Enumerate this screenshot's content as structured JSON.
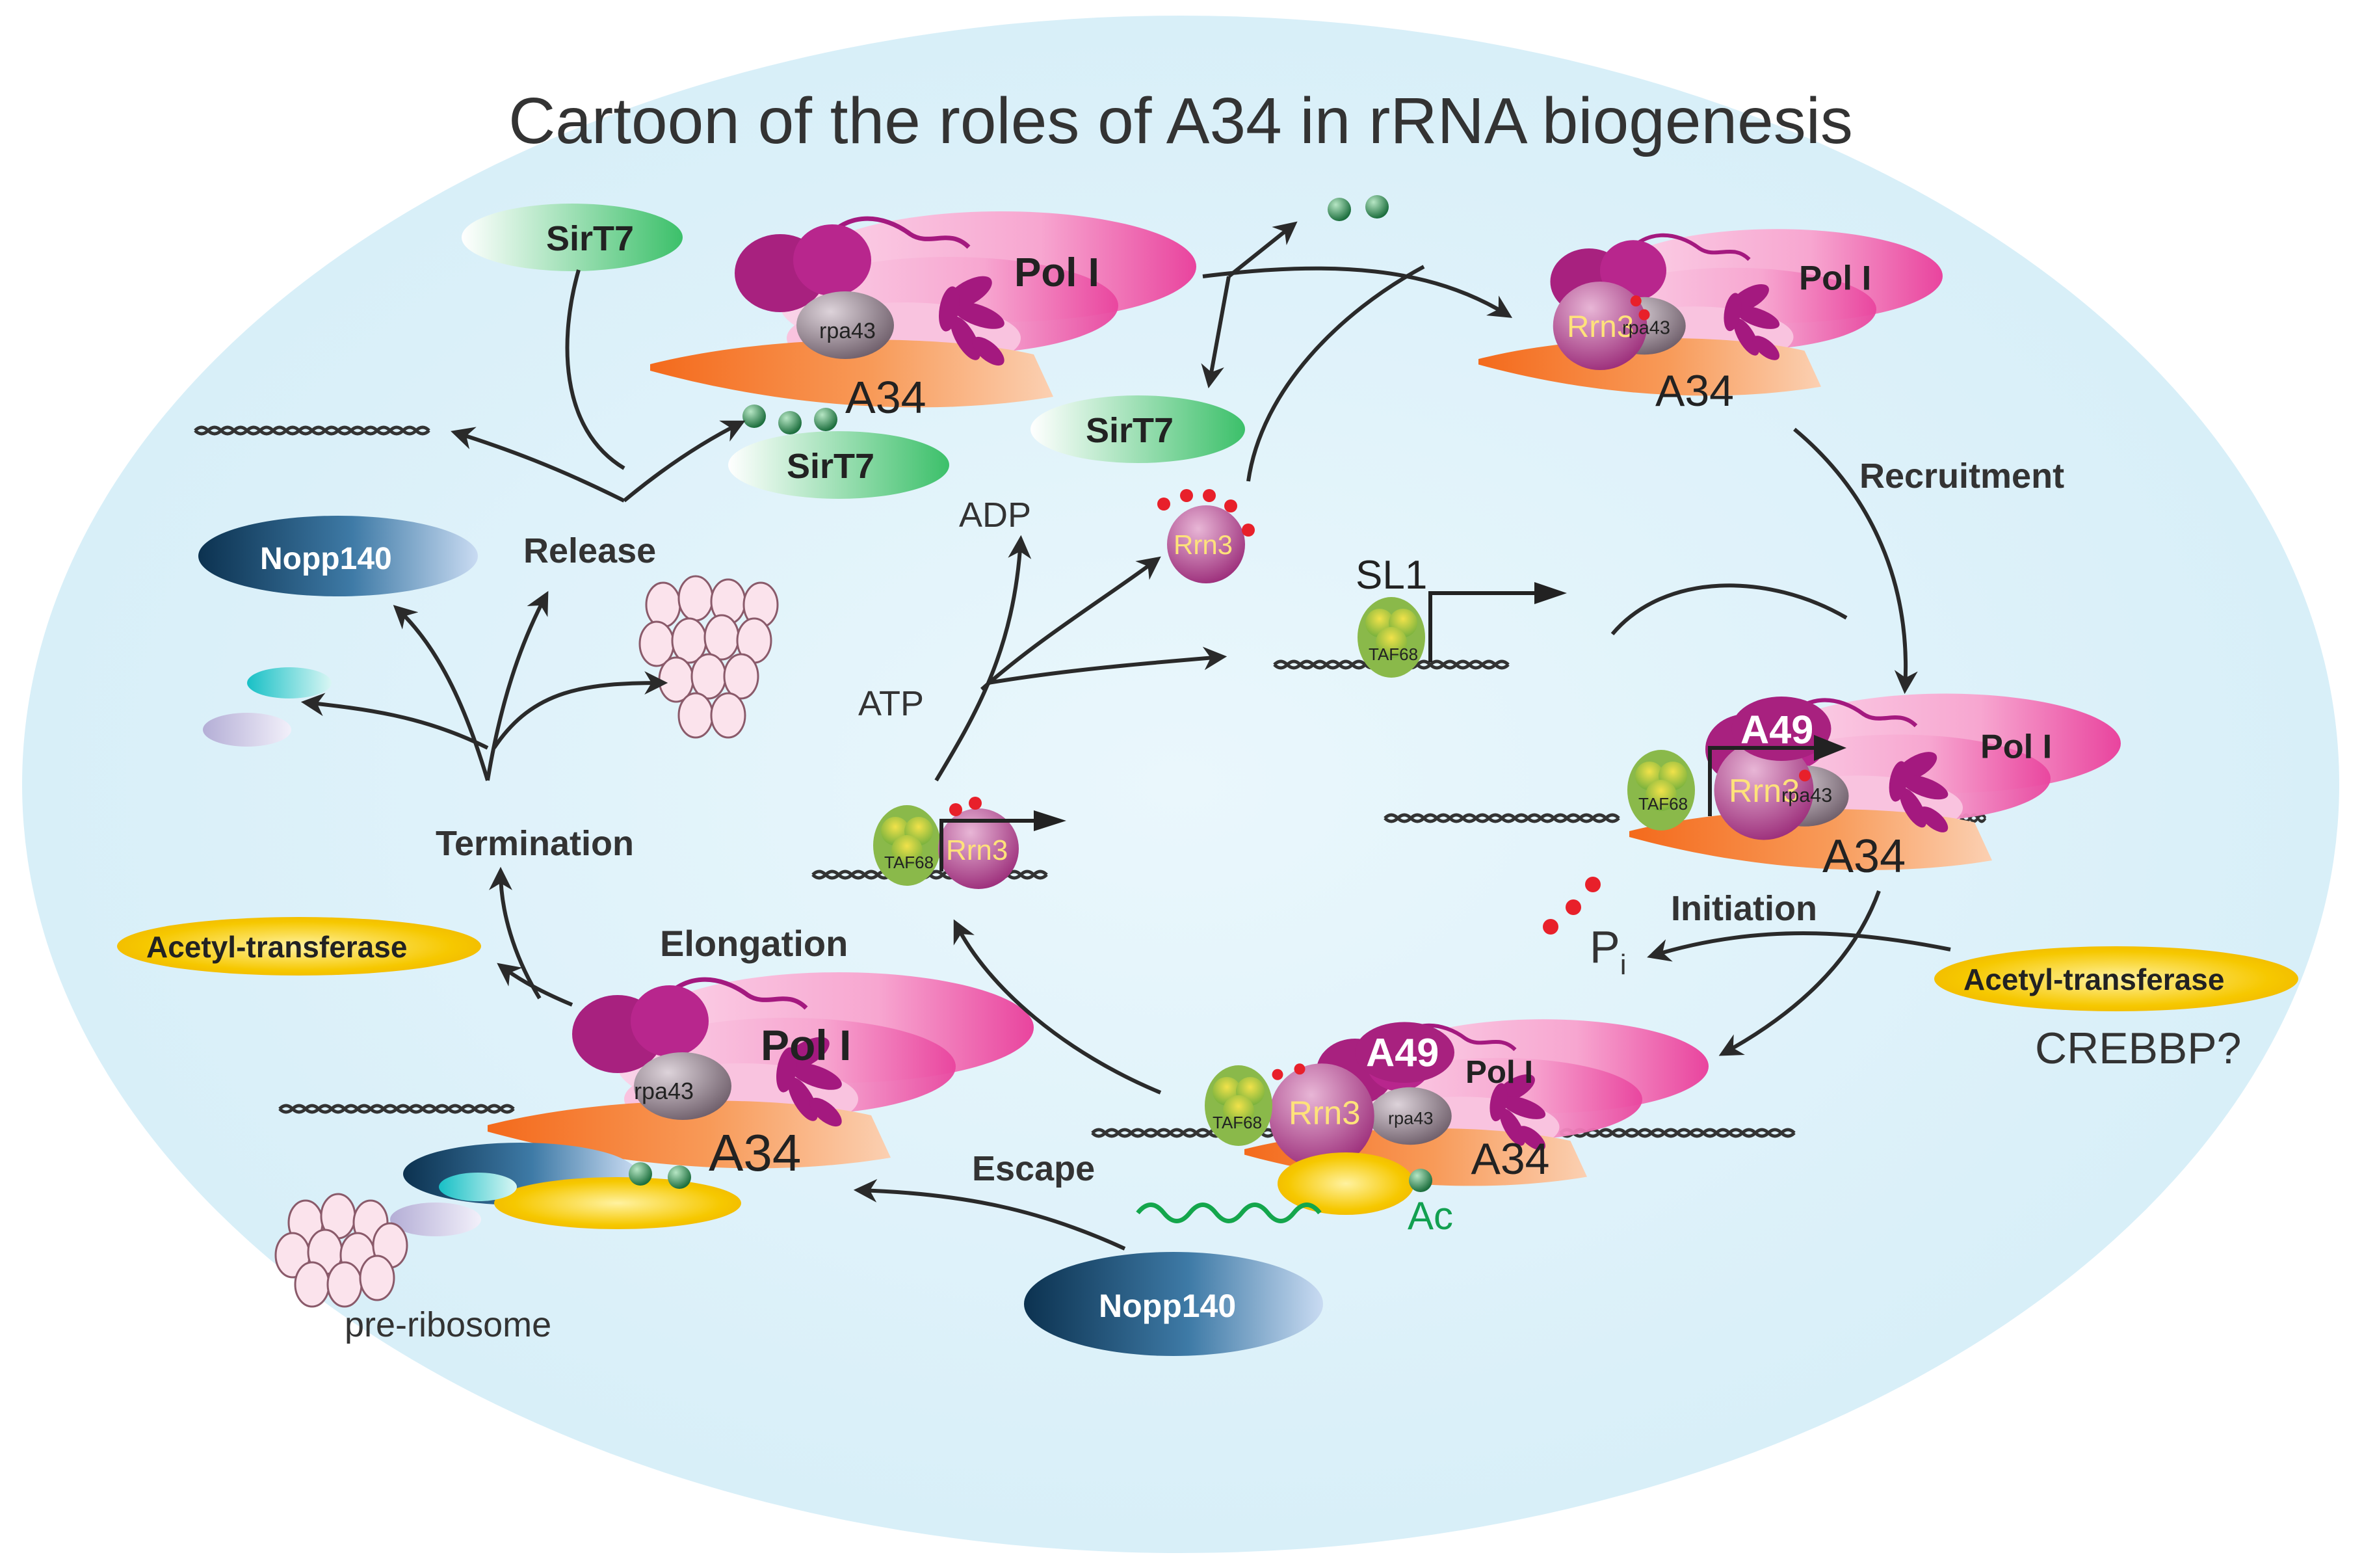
{
  "title": "Cartoon of the roles of A34 in rRNA biogenesis",
  "labels": {
    "pol": "Pol I",
    "a34": "A34",
    "rpa43": "rpa43",
    "rrn3": "Rrn3",
    "a49": "A49",
    "taf68": "TAF68",
    "sirt7": "SirT7",
    "nopp140": "Nopp140",
    "acetyl_transferase": "Acetyl-transferase",
    "crebbp": "CREBBP?",
    "sl1": "SL1",
    "adp": "ADP",
    "atp": "ATP",
    "pi_main": "P",
    "pi_sub": "i",
    "ac": "Ac",
    "pre_ribosome": "pre-ribosome"
  },
  "steps": {
    "release": "Release",
    "recruitment": "Recruitment",
    "initiation": "Initiation",
    "escape": "Escape",
    "elongation": "Elongation",
    "termination": "Termination"
  },
  "colors": {
    "background_ellipse": "#dff2fa",
    "pol_pink": "#f06fb7",
    "pol_magenta": "#b0208a",
    "a34_orange": "#f47a2a",
    "rpa43_grey": "#8a7c86",
    "rrn3_purple": "#b23c8a",
    "taf_green": "#9cc54a",
    "sirt7_green": "#7bcf8e",
    "nopp140_navy": "#123d5c",
    "acetyl_yellow": "#f5c400",
    "phosphate_red": "#e8202a",
    "ac_green": "#12a050",
    "arrow": "#2a2a2a"
  }
}
